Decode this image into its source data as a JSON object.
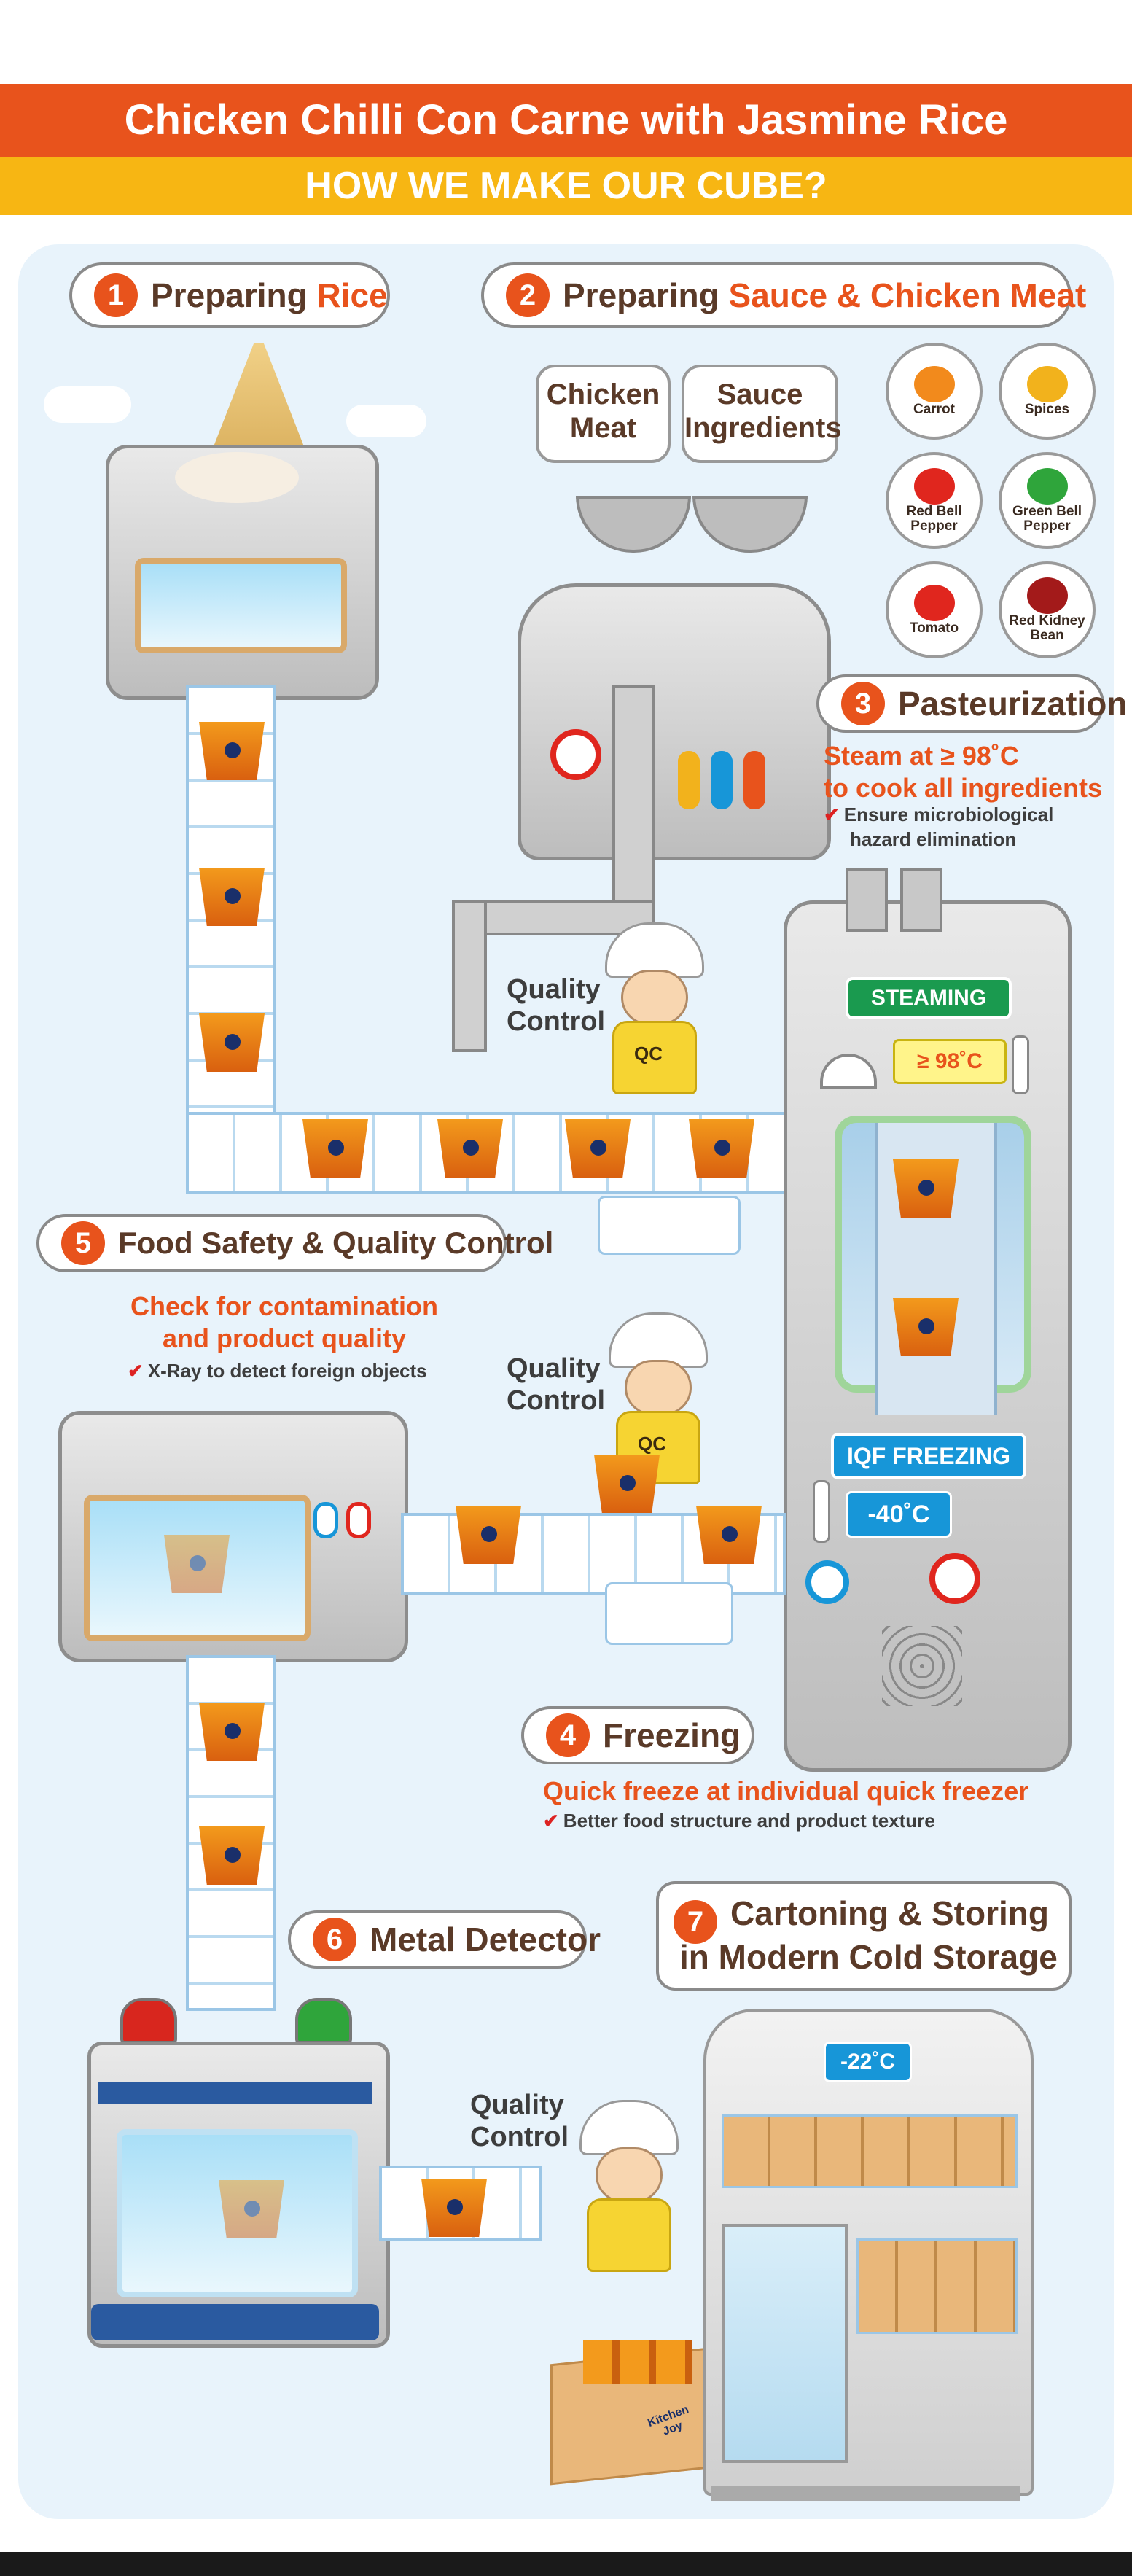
{
  "header": {
    "title": "Chicken Chilli Con Carne with Jasmine Rice",
    "subtitle": "HOW WE MAKE OUR CUBE?"
  },
  "steps": [
    {
      "num": "1",
      "title_a": "Preparing ",
      "title_b": "Rice"
    },
    {
      "num": "2",
      "title_a": "Preparing ",
      "title_b": "Sauce & Chicken Meat"
    },
    {
      "num": "3",
      "title_a": "Pasteurization",
      "title_b": ""
    },
    {
      "num": "4",
      "title_a": "Freezing",
      "title_b": ""
    },
    {
      "num": "5",
      "title_a": "Food Safety & Quality Control",
      "title_b": ""
    },
    {
      "num": "6",
      "title_a": "Metal Detector",
      "title_b": ""
    },
    {
      "num": "7",
      "title_a": "Cartoning & Storing",
      "title_b": "in Modern Cold Storage"
    }
  ],
  "bubbles": {
    "chicken": "Chicken\nMeat",
    "sauce": "Sauce\nIngredients"
  },
  "ingredients": [
    {
      "label": "Carrot",
      "color": "#f28a1c",
      "icon": "carrot-icon"
    },
    {
      "label": "Spices",
      "color": "#f2b21c",
      "icon": "spices-icon"
    },
    {
      "label": "Red Bell\nPepper",
      "color": "#e0261e",
      "icon": "red-pepper-icon"
    },
    {
      "label": "Green Bell\nPepper",
      "color": "#2fa53b",
      "icon": "green-pepper-icon"
    },
    {
      "label": "Tomato",
      "color": "#e0261e",
      "icon": "tomato-icon"
    },
    {
      "label": "Red Kidney\nBean",
      "color": "#a31a1a",
      "icon": "kidney-bean-icon"
    }
  ],
  "pasteurization": {
    "desc_line1": "Steam at ≥ 98˚C",
    "desc_line2": "to cook all ingredients",
    "note_line1": "Ensure microbiological",
    "note_line2": "hazard elimination",
    "steaming_label": "STEAMING",
    "temp_label": "≥ 98˚C"
  },
  "freezing": {
    "iqf_label": "IQF FREEZING",
    "temp_label": "-40˚C",
    "desc": "Quick freeze at individual quick freezer",
    "note": "Better food structure and product texture"
  },
  "food_safety": {
    "desc_line1": "Check for contamination",
    "desc_line2": "and product quality",
    "note": "X-Ray to detect foreign objects"
  },
  "cold_storage": {
    "temp_label": "-22˚C"
  },
  "qc": {
    "label_line1": "Quality",
    "label_line2": "Control",
    "badge": "QC"
  },
  "brand": {
    "box_text": "Kitchen Joy"
  },
  "colors": {
    "orange": "#e8531c",
    "yellow": "#f7b613",
    "panel": "#e8f3fb",
    "brown_text": "#5a3a28"
  }
}
